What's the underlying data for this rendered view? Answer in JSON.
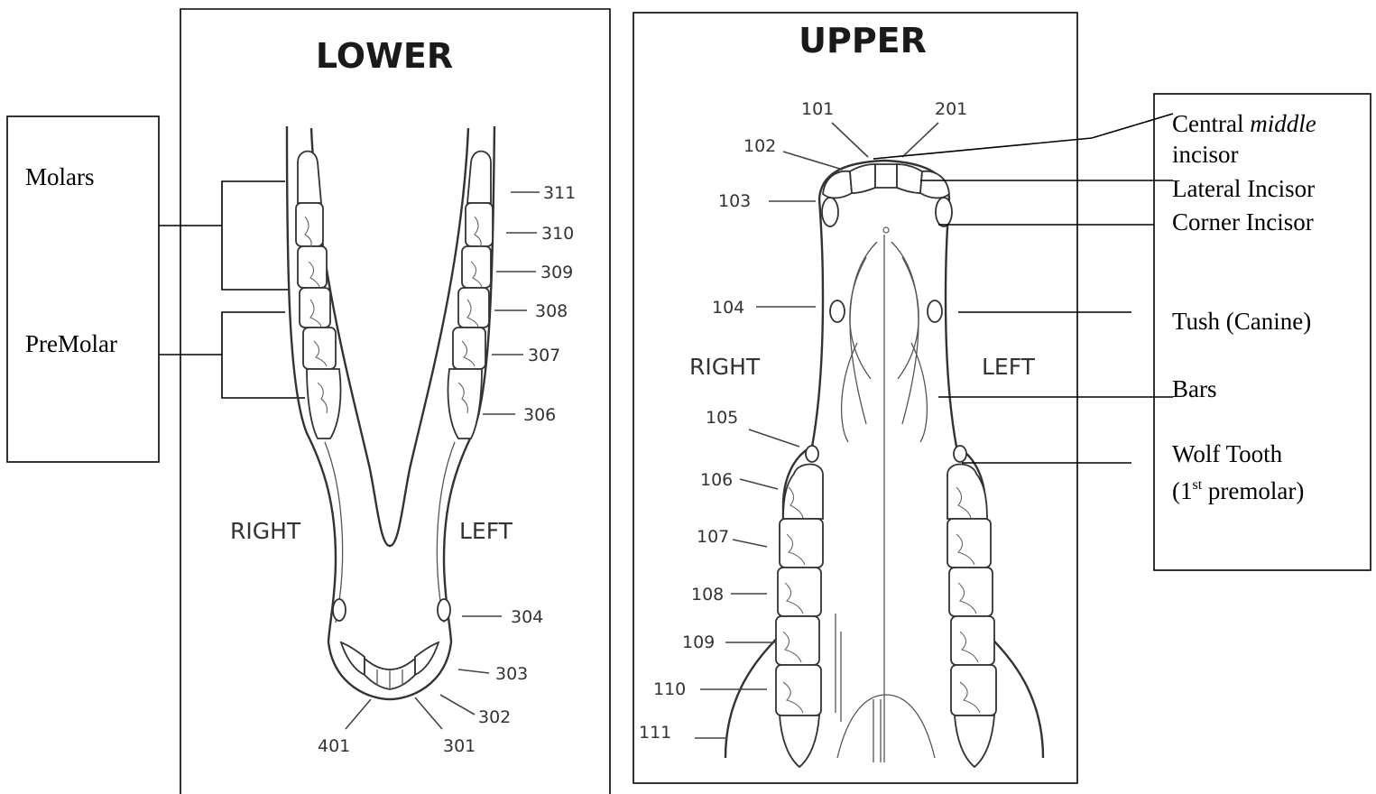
{
  "lower": {
    "title": "LOWER",
    "side_right": "RIGHT",
    "side_left": "LEFT",
    "tooth_numbers": [
      "311",
      "310",
      "309",
      "308",
      "307",
      "306",
      "304",
      "303",
      "302",
      "301",
      "401"
    ]
  },
  "upper": {
    "title": "UPPER",
    "side_right": "RIGHT",
    "side_left": "LEFT",
    "tooth_numbers": [
      "101",
      "201",
      "102",
      "103",
      "104",
      "105",
      "106",
      "107",
      "108",
      "109",
      "110",
      "111"
    ]
  },
  "left_legend": {
    "molars": "Molars",
    "premolar": "PreMolar"
  },
  "right_legend": {
    "central_1": "Central ",
    "central_italic": "middle",
    "central_2": "incisor",
    "lateral": "Lateral Incisor",
    "corner": "Corner Incisor",
    "tush": "Tush (Canine)",
    "bars": "Bars",
    "wolf_1": "Wolf Tooth",
    "wolf_2a": "(1",
    "wolf_sup": "st",
    "wolf_2b": " premolar)"
  }
}
